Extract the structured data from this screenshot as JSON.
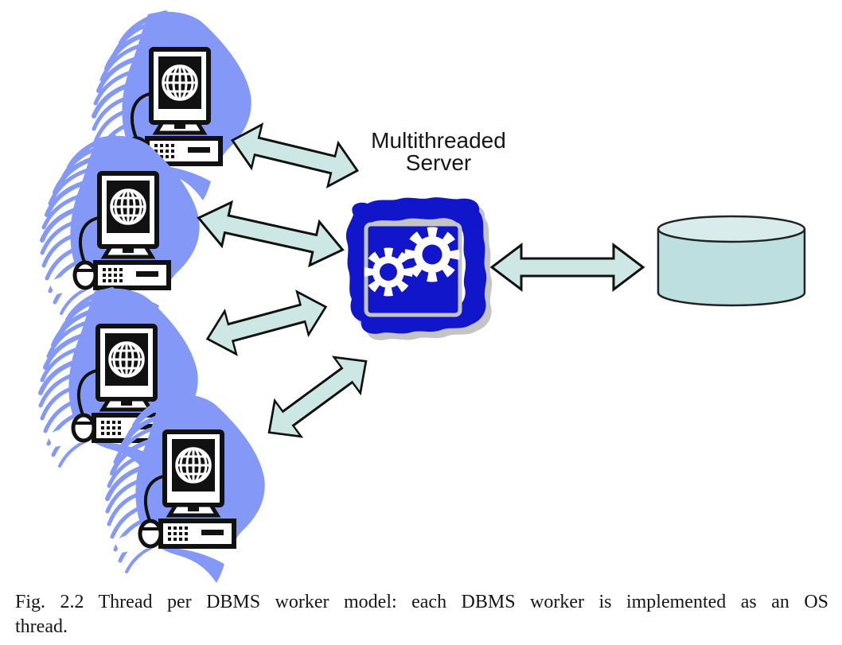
{
  "figure": {
    "type": "diagram",
    "title": "Thread per DBMS worker model",
    "server_label": {
      "line1": "Multithreaded",
      "line2": "Server"
    },
    "caption": {
      "label": "Fig. 2.2",
      "line1": "Fig. 2.2 Thread per DBMS worker model: each DBMS worker is implemented as an OS",
      "line2": "thread."
    },
    "client_count": 4,
    "icons": {
      "client": "client-computer-icon",
      "server": "server-gears-icon",
      "database": "database-cylinder-icon",
      "connection": "double-arrow-icon"
    },
    "colors": {
      "wave_blue": "#8499f7",
      "server_blue": "#1116cb",
      "shadow_gray": "#c4c4c4",
      "arrow_fill": "#cde8e4",
      "cylinder_body": "#bedfdf",
      "cylinder_top": "#d9ecec",
      "outline": "#111111",
      "text": "#161616"
    }
  }
}
